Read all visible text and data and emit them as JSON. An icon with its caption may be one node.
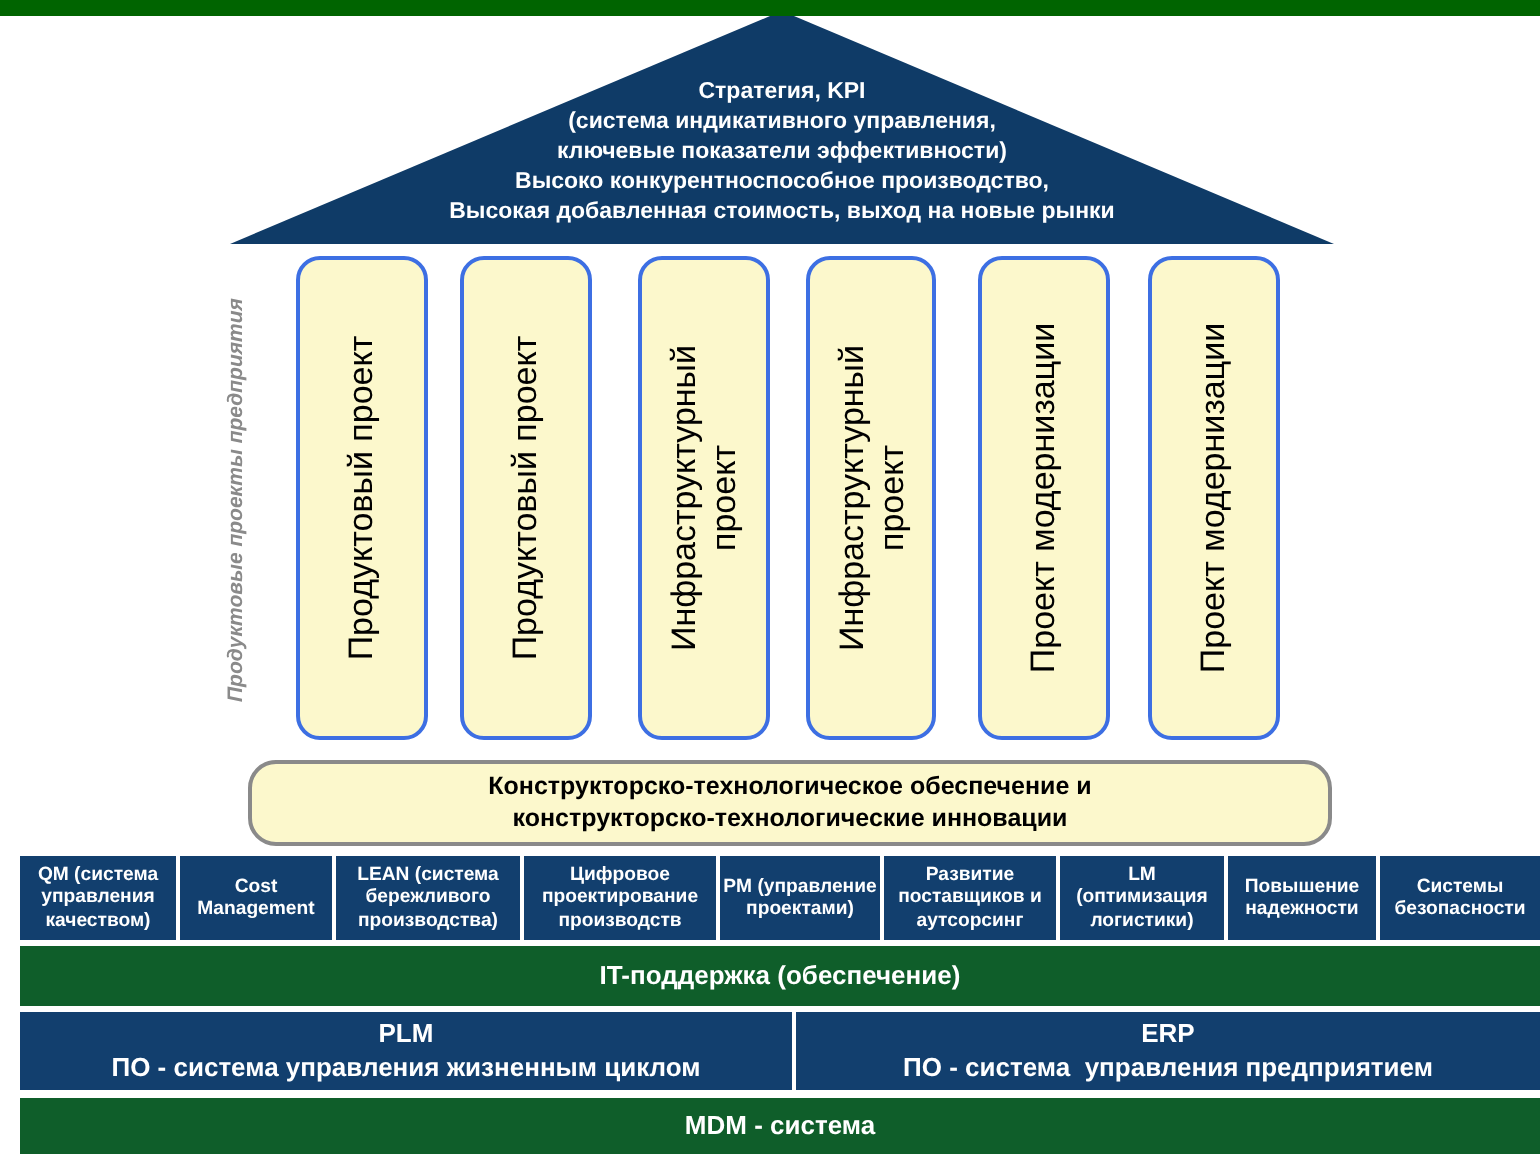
{
  "diagram": {
    "nodes": [
      {
        "text": [
          "Стратегия, KPI",
          "(система индикативного управления, ключевые показатели эффективности)",
          "Высоко конкурентноспособное производство,",
          "Высокая добавленная стоимость, выход на новые рынки"
        ]
      },
      {
        "text": [
          "Продуктовый проект"
        ]
      },
      {
        "text": [
          "Продуктовый проект"
        ]
      },
      {
        "text": [
          "Инфраструктурный проект"
        ]
      },
      {
        "text": [
          "Инфраструктурный проект"
        ]
      },
      {
        "text": [
          "Проект модернизации"
        ]
      },
      {
        "text": [
          "Проект модернизации"
        ]
      },
      {
        "text": [
          "Конструкторско-технологическое обеспечение и конструкторско-технологические инновации"
        ]
      },
      {
        "text": [
          "QM (система управления качеством)"
        ]
      },
      {
        "text": [
          "Cost Management"
        ]
      },
      {
        "text": [
          "LEAN (система бережливого производства)"
        ]
      },
      {
        "text": [
          "Цифровое проектирование производств"
        ]
      },
      {
        "text": [
          "PM (управление проектами)"
        ]
      },
      {
        "text": [
          "Развитие поставщиков и аутсорсинг"
        ]
      },
      {
        "text": [
          "LM (оптимизация логистики)"
        ]
      },
      {
        "text": [
          "Повышение надежности"
        ]
      },
      {
        "text": [
          "Системы безопасности"
        ]
      },
      {
        "text": [
          "IT-поддержка (обеспечение)"
        ]
      },
      {
        "text": [
          "PLM",
          "ПО - система управления жизненным циклом"
        ]
      },
      {
        "text": [
          "ERP",
          "ПО - система  управления предприятием"
        ]
      },
      {
        "text": [
          "MDM - система"
        ]
      }
    ],
    "labels": [
      "Продуктовые проекты предприятия"
    ]
  }
}
